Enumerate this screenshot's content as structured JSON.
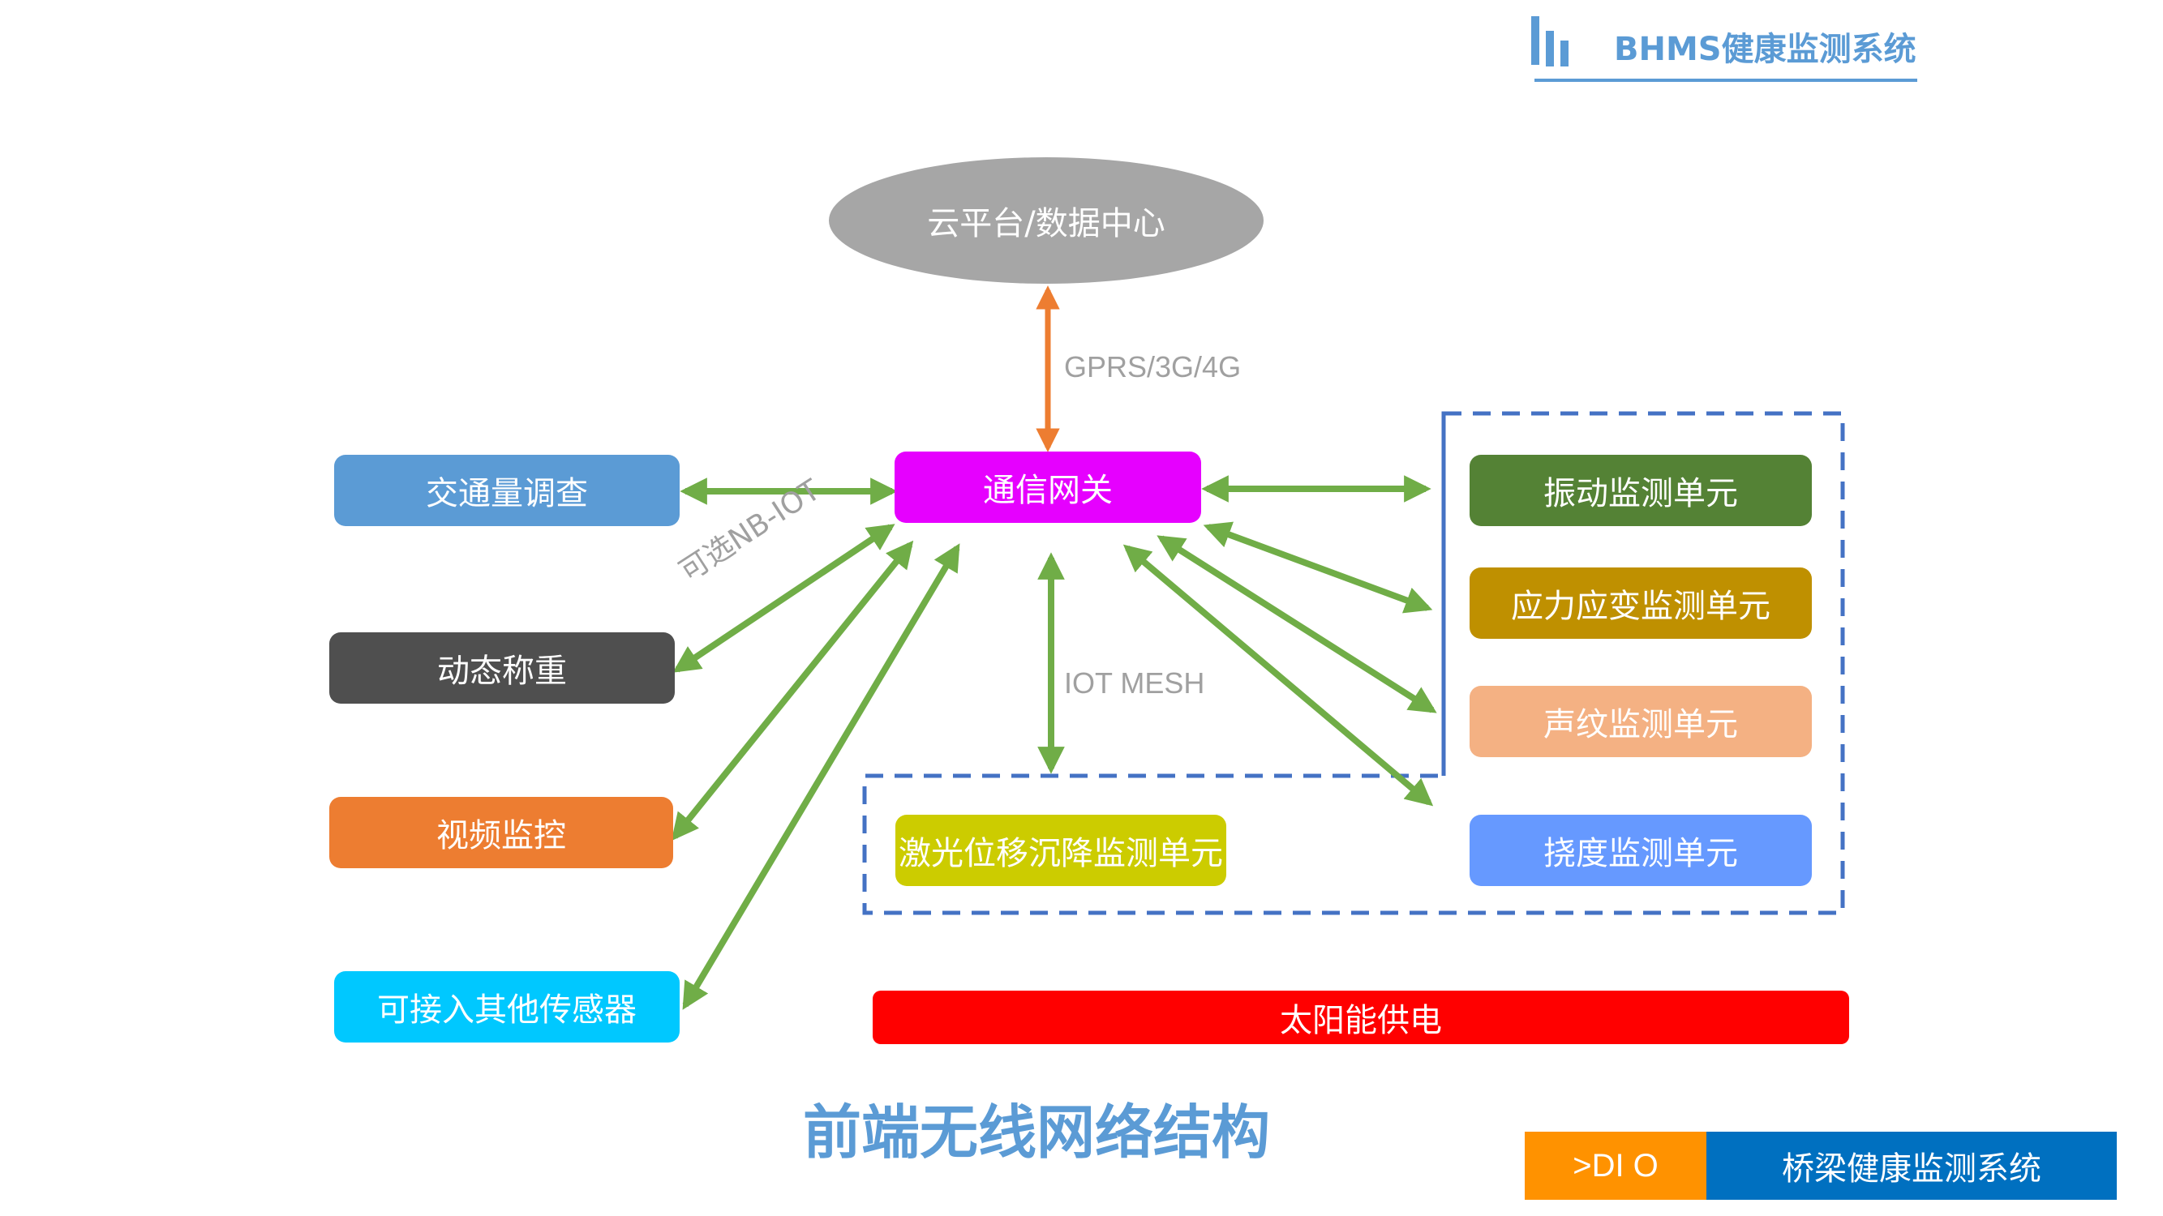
{
  "header": {
    "title": "BHMS健康监测系统",
    "accent_color": "#5b9bd5"
  },
  "diagram": {
    "cloud": {
      "label": "云平台/数据中心",
      "color": "#a6a6a6"
    },
    "cloud_link_label": "GPRS/3G/4G",
    "gateway": {
      "label": "通信网关",
      "color": "#e600ff"
    },
    "nb_iot_label": "可选NB-IOT",
    "mesh_label": "IOT MESH",
    "left_units": [
      {
        "label": "交通量调查",
        "color": "#5b9bd5"
      },
      {
        "label": "动态称重",
        "color": "#4f4f4f"
      },
      {
        "label": "视频监控",
        "color": "#ed7d31"
      },
      {
        "label": "可接入其他传感器",
        "color": "#00c8ff"
      }
    ],
    "right_units": [
      {
        "label": "振动监测单元",
        "color": "#548235"
      },
      {
        "label": "应力应变监测单元",
        "color": "#bf9000"
      },
      {
        "label": "声纹监测单元",
        "color": "#f4b183"
      },
      {
        "label": "挠度监测单元",
        "color": "#6699ff"
      }
    ],
    "laser_unit": {
      "label": "激光位移沉降监测单元",
      "color": "#cccc00"
    },
    "power_bar": {
      "label": "太阳能供电",
      "color": "#ff0000"
    },
    "link_color": "#70ad47",
    "cloud_link_color": "#ed7d31",
    "dashed_group_color": "#4472c4"
  },
  "main_title": "前端无线网络结构",
  "footer": {
    "left_label": ">DI  O",
    "left_color": "#ff9200",
    "right_label": "桥梁健康监测系统",
    "right_color": "#0070c0"
  }
}
